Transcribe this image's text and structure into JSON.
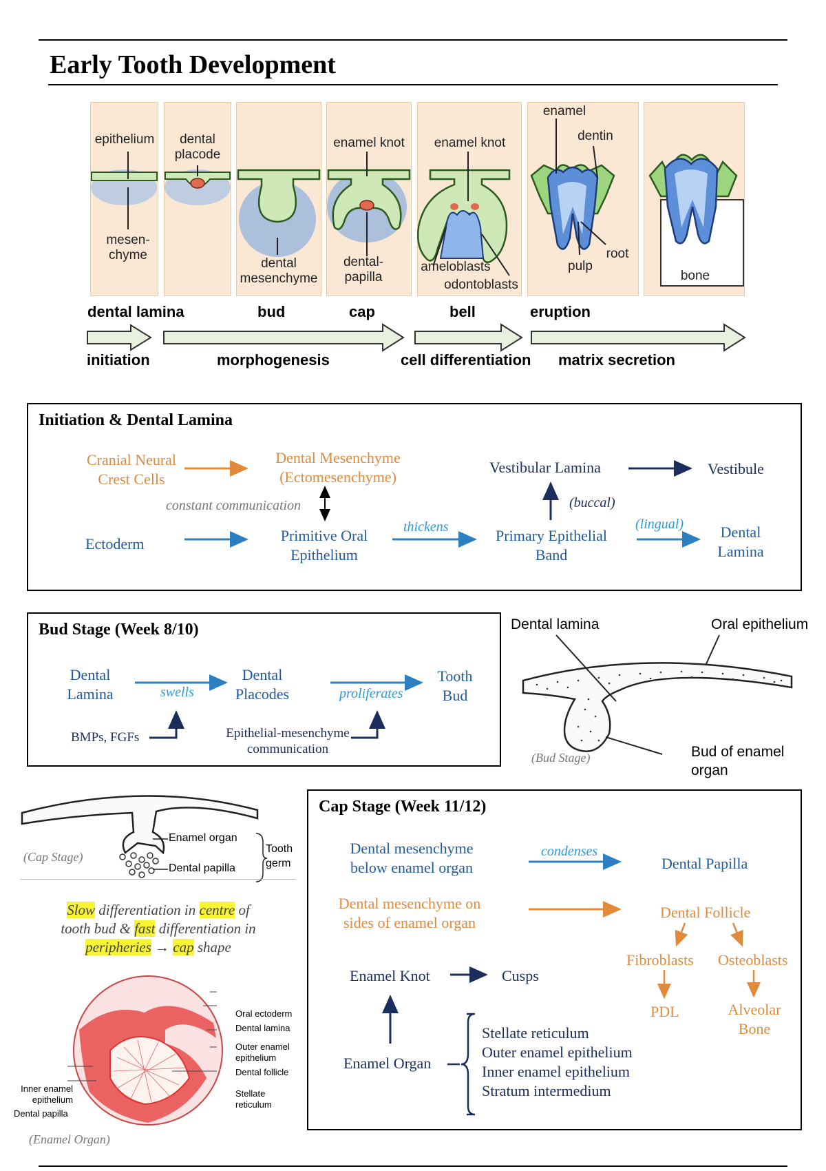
{
  "title": "Early Tooth Development",
  "diagram": {
    "labels": {
      "epithelium": "epithelium",
      "mesenchyme": "mesen-\nchyme",
      "dental_placode": "dental\nplacode",
      "dental_mesenchyme": "dental\nmesenchyme",
      "enamel_knot_cap": "enamel knot",
      "dental_papilla": "dental-\npapilla",
      "enamel_knot_bell": "enamel knot",
      "ameloblasts": "ameloblasts",
      "odontoblasts": "odontoblasts",
      "enamel": "enamel",
      "dentin": "dentin",
      "pulp": "pulp",
      "root": "root",
      "bone": "bone"
    },
    "stages": [
      "dental lamina",
      "bud",
      "cap",
      "bell",
      "eruption"
    ],
    "phases": [
      "initiation",
      "morphogenesis",
      "cell differentiation",
      "matrix secretion"
    ]
  },
  "initiation": {
    "heading": "Initiation & Dental Lamina",
    "cranial": "Cranial Neural\nCrest Cells",
    "dental_mesenchyme": "Dental Mesenchyme\n(Ectomesenchyme)",
    "constant": "constant communication",
    "ectoderm": "Ectoderm",
    "primitive_oral": "Primitive Oral\nEpithelium",
    "thickens": "thickens",
    "primary_band": "Primary Epithelial\nBand",
    "vestibular_lamina": "Vestibular Lamina",
    "vestibule": "Vestibule",
    "buccal": "(buccal)",
    "lingual": "(lingual)",
    "dental_lamina": "Dental\nLamina"
  },
  "bud": {
    "heading": "Bud Stage (Week 8/10)",
    "dental_lamina": "Dental\nLamina",
    "swells": "swells",
    "dental_placodes": "Dental\nPlacodes",
    "proliferates": "proliferates",
    "tooth_bud": "Tooth\nBud",
    "bmps": "BMPs, FGFs",
    "epi_mes": "Epithelial-mesenchyme\ncommunication",
    "figure": {
      "dental_lamina": "Dental lamina",
      "oral_epithelium": "Oral epithelium",
      "bud_of_enamel": "Bud of enamel\norgan",
      "caption": "(Bud Stage)"
    }
  },
  "cap_figure": {
    "enamel_organ": "Enamel organ",
    "dental_papilla": "Dental papilla",
    "tooth_germ": "Tooth\ngerm",
    "caption": "(Cap Stage)"
  },
  "note": {
    "w1": "Slow",
    "t1": " differentiation in ",
    "w2": "centre",
    "t2": " of",
    "t3": "tooth bud & ",
    "w3": "fast",
    "t4": " differentiation in",
    "w4": "peripheries",
    "t5": " → ",
    "w5": "cap",
    "t6": " shape"
  },
  "enamel_figure": {
    "oral_ectoderm": "Oral ectoderm",
    "dental_lamina": "Dental lamina",
    "outer_enamel": "Outer enamel\nepithelium",
    "dental_follicle": "Dental follicle",
    "stellate": "Stellate\nreticulum",
    "inner_enamel": "Inner enamel\nepithelium",
    "dental_papilla": "Dental papilla",
    "caption": "(Enamel Organ)"
  },
  "cap": {
    "heading": "Cap Stage (Week 11/12)",
    "dm_below": "Dental mesenchyme\nbelow enamel organ",
    "condenses": "condenses",
    "dental_papilla": "Dental Papilla",
    "dm_sides": "Dental mesenchyme on\nsides of enamel organ",
    "dental_follicle": "Dental Follicle",
    "fibroblasts": "Fibroblasts",
    "osteoblasts": "Osteoblasts",
    "pdl": "PDL",
    "alveolar_bone": "Alveolar\nBone",
    "enamel_knot": "Enamel Knot",
    "cusps": "Cusps",
    "enamel_organ": "Enamel Organ",
    "layers": [
      "Stellate reticulum",
      "Outer enamel epithelium",
      "Inner enamel epithelium",
      "Stratum intermedium"
    ]
  },
  "colors": {
    "blue": "#1f5a9c",
    "light_blue": "#2c9bd4",
    "orange": "#e08a3c",
    "navy": "#1b2d5c",
    "highlight": "#f7f335",
    "panel": "#fbe8d4",
    "epithelium_green": "#cfe8b8",
    "mesenchyme_blue": "#7aa5e0"
  }
}
